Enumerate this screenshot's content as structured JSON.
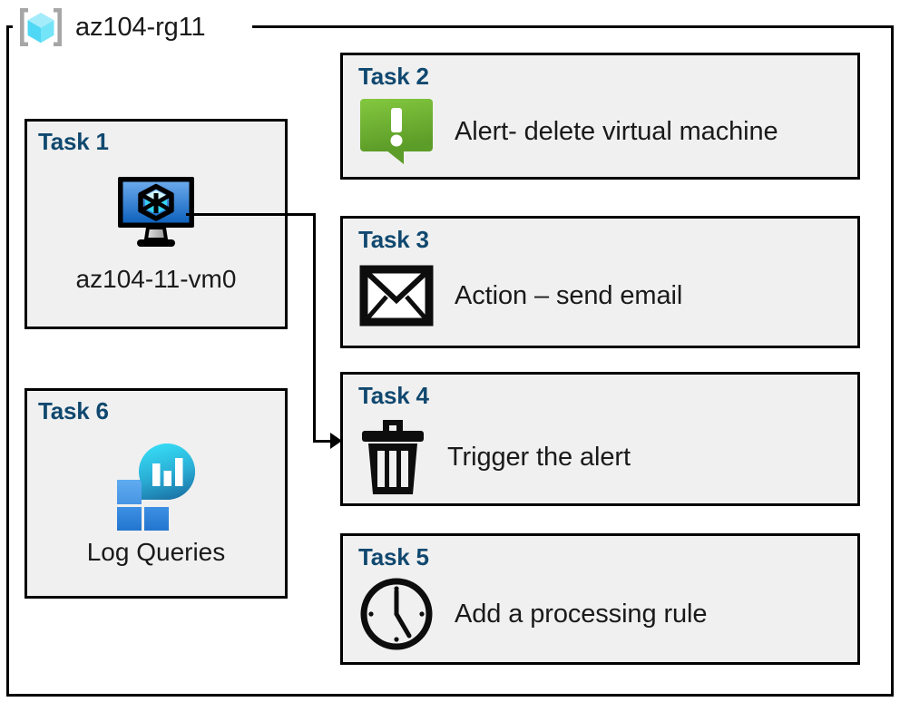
{
  "resource_group": {
    "icon": "resource-group-cube-icon",
    "title": "az104-rg11"
  },
  "colors": {
    "task_title": "#10486f",
    "card_background": "#f0f0f0",
    "card_border": "#000000",
    "alert_green_light": "#7ac143",
    "alert_green_dark": "#5c9c28",
    "vm_blue_light": "#5b9ee8",
    "vm_blue_dark": "#1163bd",
    "log_cyan": "#2fd2ef",
    "log_teal": "#1c7cae",
    "log_square_blue": "#2f84d8",
    "rg_icon_cyan": "#3fd2ef",
    "rg_bracket_gray": "#a6a6a6"
  },
  "left_column": [
    {
      "task": "Task 1",
      "icon": "virtual-machine-icon",
      "caption": "az104-11-vm0"
    },
    {
      "task": "Task 6",
      "icon": "log-analytics-icon",
      "caption": "Log Queries"
    }
  ],
  "right_column": [
    {
      "task": "Task 2",
      "icon": "alert-exclamation-icon",
      "label": "Alert- delete virtual machine"
    },
    {
      "task": "Task 3",
      "icon": "email-envelope-icon",
      "label": "Action – send email"
    },
    {
      "task": "Task 4",
      "icon": "trash-delete-icon",
      "label": "Trigger the alert"
    },
    {
      "task": "Task 5",
      "icon": "clock-icon",
      "label": "Add a processing rule"
    }
  ],
  "connector": {
    "from": "Task 1 virtual machine icon",
    "to": "Task 4 card",
    "arrow": "arrowhead-right"
  }
}
